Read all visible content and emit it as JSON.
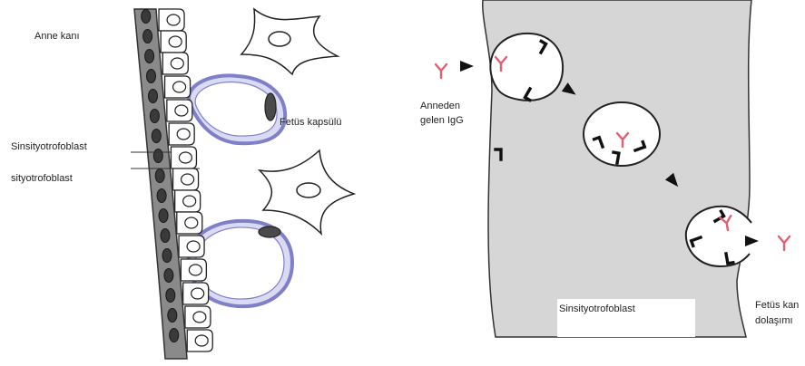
{
  "left_panel": {
    "maternal_blood_label": "Anne kanı",
    "fetal_capsule_label": "Fetüs kapsülü",
    "syncytiotrophoblast_label": "Sinsityotrofoblast",
    "cytotrophoblast_label": "sityotrofoblast"
  },
  "right_panel": {
    "maternal_igg_label_line1": "Anneden",
    "maternal_igg_label_line2": "gelen IgG",
    "syncytiotrophoblast_label": "Sinsityotrofoblast",
    "fetal_circulation_line1": "Fetüs kan",
    "fetal_circulation_line2": "dolaşımı"
  },
  "colors": {
    "syncytio_band": "#8a8a8a",
    "syncytio_region": "#d6d6d6",
    "capsule_outline": "#8080c8",
    "capsule_fill": "#dadaf2",
    "igg": "#e06070",
    "outline": "#1e1e1e"
  },
  "icons": {
    "receptor": "fc-receptor-icon",
    "antibody": "igg-antibody-icon",
    "arrow": "transport-arrow-icon"
  }
}
